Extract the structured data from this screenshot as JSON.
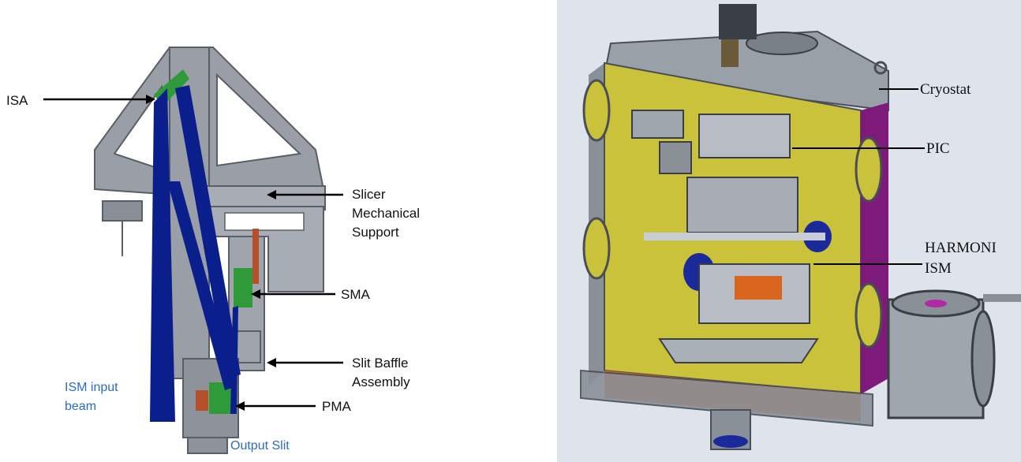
{
  "left_diagram": {
    "labels": {
      "isa": "ISA",
      "slicer_line1": "Slicer",
      "slicer_line2": "Mechanical",
      "slicer_line3": "Support",
      "sma": "SMA",
      "baffle_line1": "Slit Baffle",
      "baffle_line2": "Assembly",
      "pma": "PMA",
      "input_line1": "ISM input",
      "input_line2": "beam",
      "output_slit": "Output Slit"
    },
    "colors": {
      "beam": "#0b1f8c",
      "frame": "#9a9ea6",
      "optic_green": "#2f9a3a",
      "label_blue": "#2b6cc4"
    }
  },
  "right_diagram": {
    "labels": {
      "cryostat": "Cryostat",
      "pic": "PIC",
      "harmoni_line1": "HARMONI",
      "harmoni_line2": "ISM"
    },
    "colors": {
      "background": "#dfe4ec",
      "interior_yellow": "#c9c23a",
      "floor_orange": "#d9651e",
      "wall_purple": "#7d1a7a",
      "metal_grey": "#9aa0a8"
    }
  }
}
